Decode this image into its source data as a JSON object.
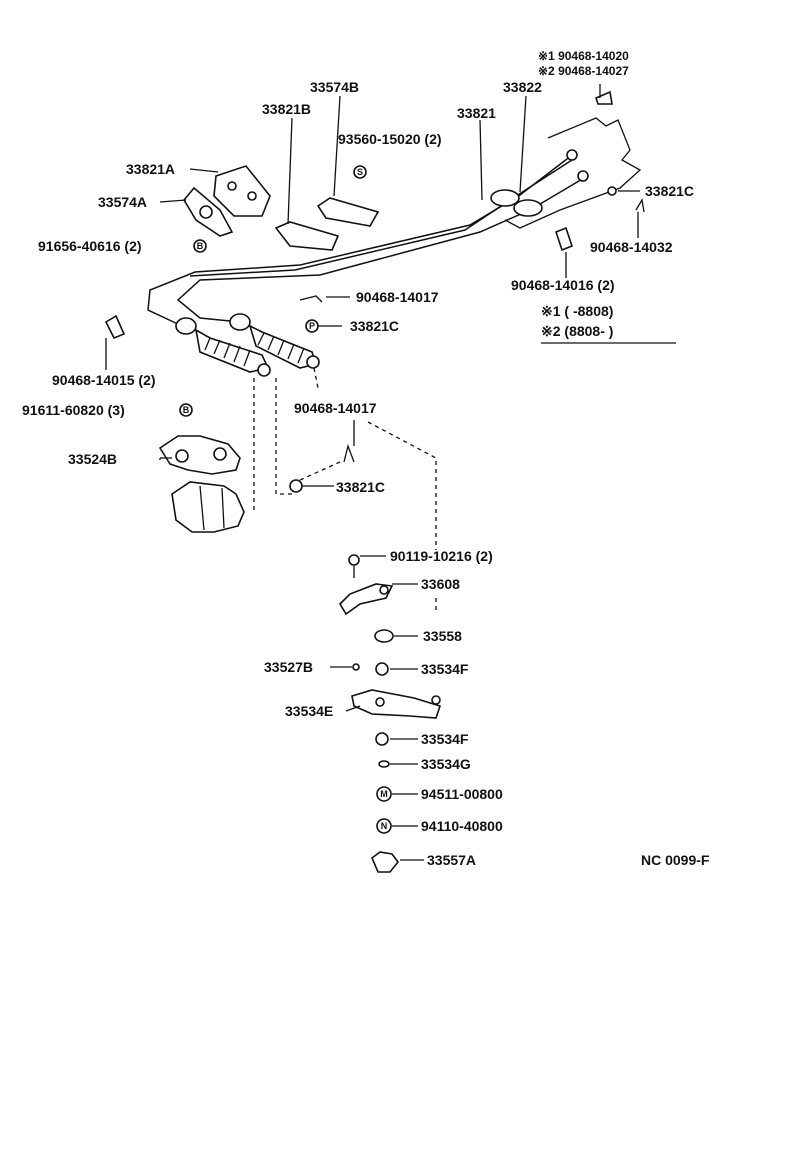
{
  "labels": {
    "l1": "※1 90468-14020",
    "l2": "※2 90468-14027",
    "l3": "33574B",
    "l4": "33821B",
    "l5": "33821",
    "l6": "33822",
    "l7": "93560-15020 (2)",
    "l8": "33821A",
    "l9": "33574A",
    "l10": "33821C",
    "l11": "91656-40616 (2)",
    "l12": "90468-14032",
    "l13": "90468-14016 (2)",
    "l14": "90468-14017",
    "l15": "33821C",
    "l16": "90468-14015 (2)",
    "l17": "91611-60820 (3)",
    "l18": "90468-14017",
    "l19": "33524B",
    "l20": "33821C",
    "l21": "90119-10216 (2)",
    "l22": "33608",
    "l23": "33558",
    "l24": "33527B",
    "l25": "33534F",
    "l26": "33534E",
    "l27": "33534F",
    "l28": "33534G",
    "l29": "94511-00800",
    "l30": "94110-40800",
    "l31": "33557A",
    "code": "NC 0099-F"
  },
  "notes": {
    "n1": "※1 (      -8808)",
    "n2": "※2 (8808-       )"
  },
  "symbols": {
    "s": "S",
    "b": "B",
    "p": "P",
    "m": "M",
    "n": "N"
  }
}
